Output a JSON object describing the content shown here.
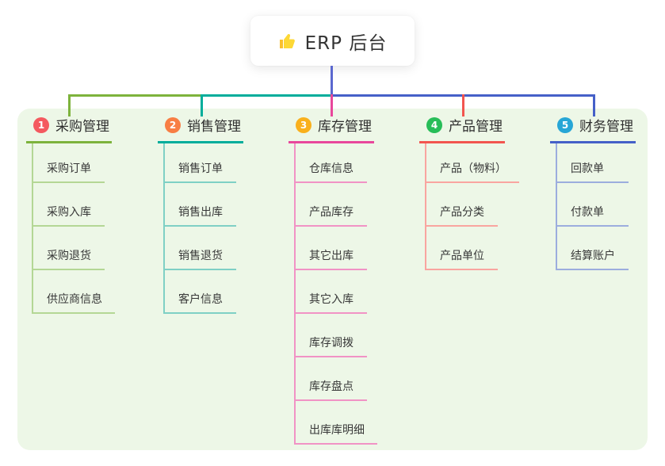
{
  "root": {
    "label": "ERP 后台",
    "icon": "thumbs-up"
  },
  "colors": {
    "trunk": "#5b68cf",
    "panel_bg": "#edf7e7",
    "canvas_bg": "#ffffff",
    "thumb_yellow": "#fdd835"
  },
  "branches": [
    {
      "num": "1",
      "label": "采购管理",
      "badge_color": "#f4595f",
      "line_color": "#7db33c",
      "sub_line_color": "#b4d795",
      "children": [
        "采购订单",
        "采购入库",
        "采购退货",
        "供应商信息"
      ]
    },
    {
      "num": "2",
      "label": "销售管理",
      "badge_color": "#f87e44",
      "line_color": "#00ad9b",
      "sub_line_color": "#7fd0c5",
      "children": [
        "销售订单",
        "销售出库",
        "销售退货",
        "客户信息"
      ]
    },
    {
      "num": "3",
      "label": "库存管理",
      "badge_color": "#f9b01c",
      "line_color": "#e8479b",
      "sub_line_color": "#f193c5",
      "children": [
        "仓库信息",
        "产品库存",
        "其它出库",
        "其它入库",
        "库存调拨",
        "库存盘点",
        "出库库明细"
      ]
    },
    {
      "num": "4",
      "label": "产品管理",
      "badge_color": "#27bd58",
      "line_color": "#f2554f",
      "sub_line_color": "#f9a5a0",
      "children": [
        "产品（物料）",
        "产品分类",
        "产品单位"
      ]
    },
    {
      "num": "5",
      "label": "财务管理",
      "badge_color": "#27a6d6",
      "line_color": "#4560c8",
      "sub_line_color": "#9cadde",
      "children": [
        "回款单",
        "付款单",
        "结算账户"
      ]
    }
  ]
}
